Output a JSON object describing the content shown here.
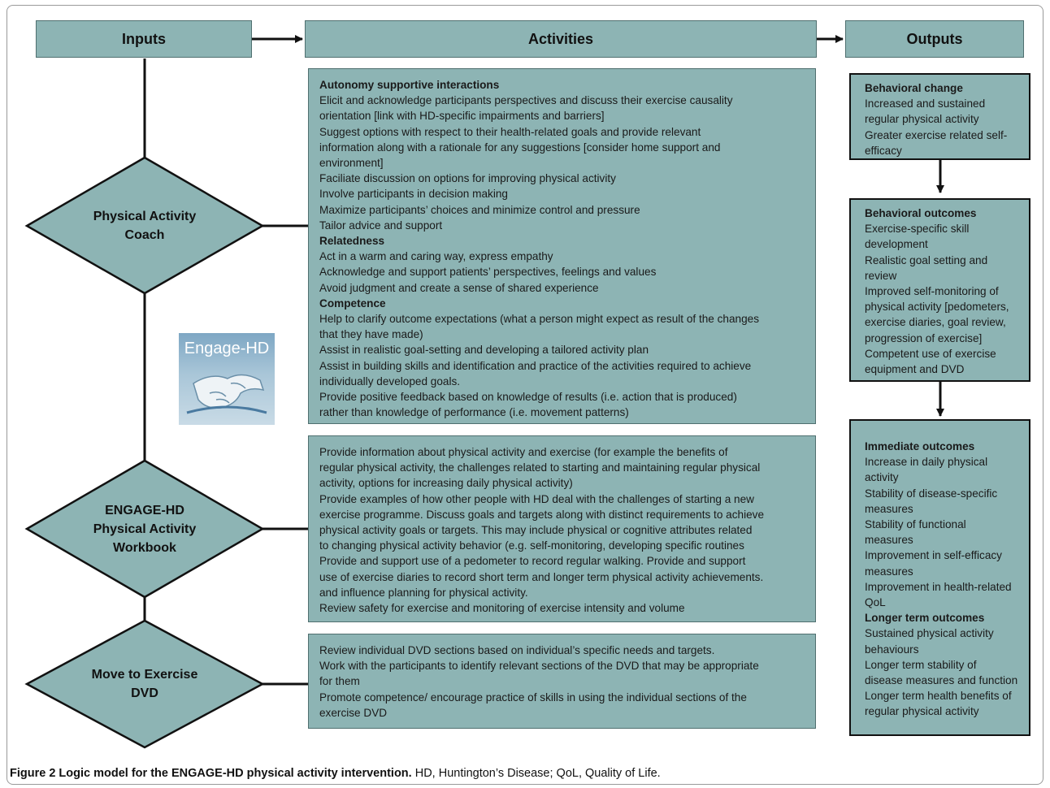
{
  "headers": {
    "inputs": "Inputs",
    "activities": "Activities",
    "outputs": "Outputs"
  },
  "inputs": [
    {
      "label_lines": [
        "Physical Activity",
        "Coach"
      ]
    },
    {
      "label_lines": [
        "ENGAGE-HD",
        "Physical Activity",
        "Workbook"
      ]
    },
    {
      "label_lines": [
        "Move to Exercise",
        "DVD"
      ]
    }
  ],
  "logo": {
    "text": "Engage-HD"
  },
  "activities": {
    "coach": [
      {
        "text": "Autonomy supportive interactions",
        "bold": true
      },
      {
        "text": "Elicit and acknowledge participants perspectives and discuss their exercise causality"
      },
      {
        "text": "orientation [link with HD-specific impairments and barriers]"
      },
      {
        "text": "Suggest options with respect to their health-related goals and provide relevant"
      },
      {
        "text": "information along with a rationale for any suggestions  [consider home support and"
      },
      {
        "text": "environment]"
      },
      {
        "text": "Faciliate discussion on options for improving physical activity"
      },
      {
        "text": "Involve participants in decision making"
      },
      {
        "text": "Maximize participants’ choices  and minimize control and pressure"
      },
      {
        "text": "Tailor advice and support"
      },
      {
        "text": "Relatedness",
        "bold": true
      },
      {
        "text": "Act in a warm and caring way,  express empathy"
      },
      {
        "text": "Acknowledge and support patients’ perspectives, feelings and values"
      },
      {
        "text": "Avoid judgment and create a sense of shared experience"
      },
      {
        "text": "Competence",
        "bold": true
      },
      {
        "text": "Help to clarify outcome expectations (what a person might expect as result of the changes"
      },
      {
        "text": "that they have made)"
      },
      {
        "text": "Assist in realistic goal-setting and developing a tailored activity plan"
      },
      {
        "text": "Assist in building skills and identification and practice of the activities required to achieve"
      },
      {
        "text": "individually developed goals."
      },
      {
        "text": "Provide positive feedback based on knowledge of results (i.e. action that is produced)"
      },
      {
        "text": "rather than knowledge of performance (i.e. movement patterns)"
      }
    ],
    "workbook": [
      {
        "text": "Provide information about physical activity and exercise (for example the benefits of"
      },
      {
        "text": "regular physical activity, the challenges related to starting and maintaining regular physical"
      },
      {
        "text": "activity, options for increasing daily physical activity)"
      },
      {
        "text": "Provide examples of how other people with HD  deal with the challenges of starting a new"
      },
      {
        "text": "exercise programme. Discuss goals and targets  along with distinct requirements to achieve"
      },
      {
        "text": "physical activity goals or targets. This may include  physical  or cognitive attributes related"
      },
      {
        "text": "to changing physical activity behavior (e.g. self-monitoring, developing specific routines"
      },
      {
        "text": "Provide and support  use of a pedometer to record regular walking. Provide and support"
      },
      {
        "text": "use of exercise diaries  to record short term and longer term physical activity achievements."
      },
      {
        "text": "and influence planning for physical activity."
      },
      {
        "text": "Review safety for exercise and  monitoring of exercise intensity and volume"
      }
    ],
    "dvd": [
      {
        "text": "Review  individual DVD sections  based on individual’s specific needs and targets."
      },
      {
        "text": "Work with the participants to identify relevant sections of the DVD that may be appropriate"
      },
      {
        "text": "for them"
      },
      {
        "text": "Promote competence/ encourage practice of skills  in using the individual sections of the"
      },
      {
        "text": "exercise DVD"
      }
    ]
  },
  "outputs": {
    "behavioral_change": [
      {
        "text": "Behavioral change",
        "bold": true
      },
      {
        "text": "Increased and sustained"
      },
      {
        "text": "regular physical activity"
      },
      {
        "text": "Greater exercise related self-"
      },
      {
        "text": "efficacy"
      }
    ],
    "behavioral_outcomes": [
      {
        "text": "Behavioral outcomes",
        "bold": true
      },
      {
        "text": "Exercise-specific skill"
      },
      {
        "text": "development"
      },
      {
        "text": "Realistic goal setting  and"
      },
      {
        "text": "review"
      },
      {
        "text": "Improved self-monitoring of"
      },
      {
        "text": "physical activity [pedometers,"
      },
      {
        "text": "exercise diaries, goal review,"
      },
      {
        "text": "progression of exercise]"
      },
      {
        "text": "Competent use of exercise"
      },
      {
        "text": "equipment and DVD"
      }
    ],
    "immediate_outcomes": [
      {
        "text": "Immediate outcomes",
        "bold": true
      },
      {
        "text": "Increase in daily physical"
      },
      {
        "text": "activity"
      },
      {
        "text": "Stability of disease-specific"
      },
      {
        "text": "measures"
      },
      {
        "text": "Stability of functional"
      },
      {
        "text": "measures"
      },
      {
        "text": "Improvement in self-efficacy"
      },
      {
        "text": "measures"
      },
      {
        "text": "Improvement in health-related"
      },
      {
        "text": "QoL"
      },
      {
        "text": "Longer term outcomes",
        "bold": true
      },
      {
        "text": "Sustained physical activity"
      },
      {
        "text": "behaviours"
      },
      {
        "text": "Longer term stability of"
      },
      {
        "text": "disease measures and function"
      },
      {
        "text": "Longer term health benefits of"
      },
      {
        "text": "regular physical activity"
      }
    ]
  },
  "caption": {
    "bold": "Figure 2 Logic model for the ENGAGE-HD physical activity intervention.",
    "normal": " HD, Huntington’s Disease; QoL, Quality of Life."
  },
  "colors": {
    "box_fill": "#8db4b4",
    "box_border": "#4f6f6f",
    "line": "#111111"
  }
}
